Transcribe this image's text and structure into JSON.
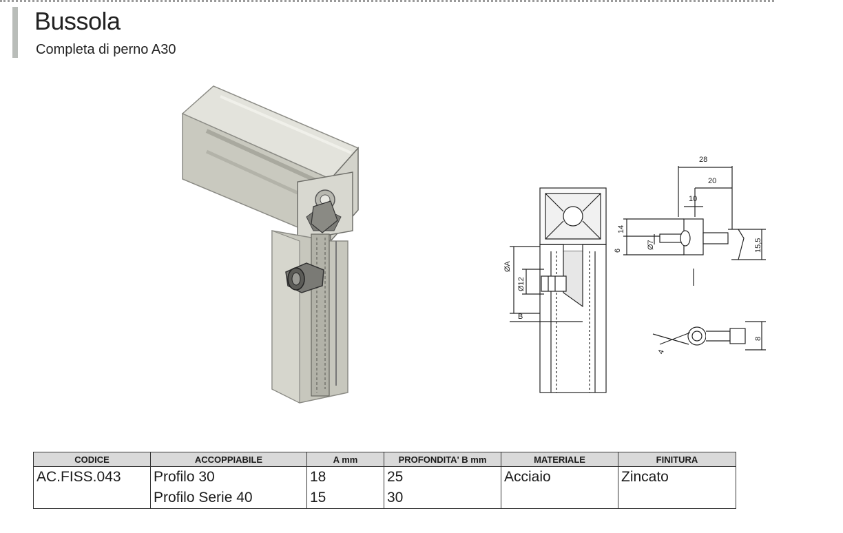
{
  "header": {
    "title": "Bussola",
    "subtitle": "Completa di perno A30"
  },
  "drawing": {
    "dimensions": {
      "d28": "28",
      "d20": "20",
      "d10": "10",
      "d14": "14",
      "d6": "6",
      "phi7": "Ø7",
      "d15_5": "15,5",
      "phiA": "ØA",
      "phi12": "Ø12",
      "b": "B",
      "d8": "8",
      "d4": "4"
    }
  },
  "table": {
    "headers": [
      "CODICE",
      "ACCOPPIABILE",
      "A mm",
      "PROFONDITA' B mm",
      "MATERIALE",
      "FINITURA"
    ],
    "rows": [
      [
        "AC.FISS.043",
        "Profilo 30",
        "18",
        "25",
        "Acciaio",
        "Zincato"
      ],
      [
        "",
        "Profilo Serie 40",
        "15",
        "30",
        "",
        ""
      ]
    ]
  },
  "colors": {
    "header_bg": "#d9d9d9",
    "accent_bar": "#b9bdb9"
  }
}
